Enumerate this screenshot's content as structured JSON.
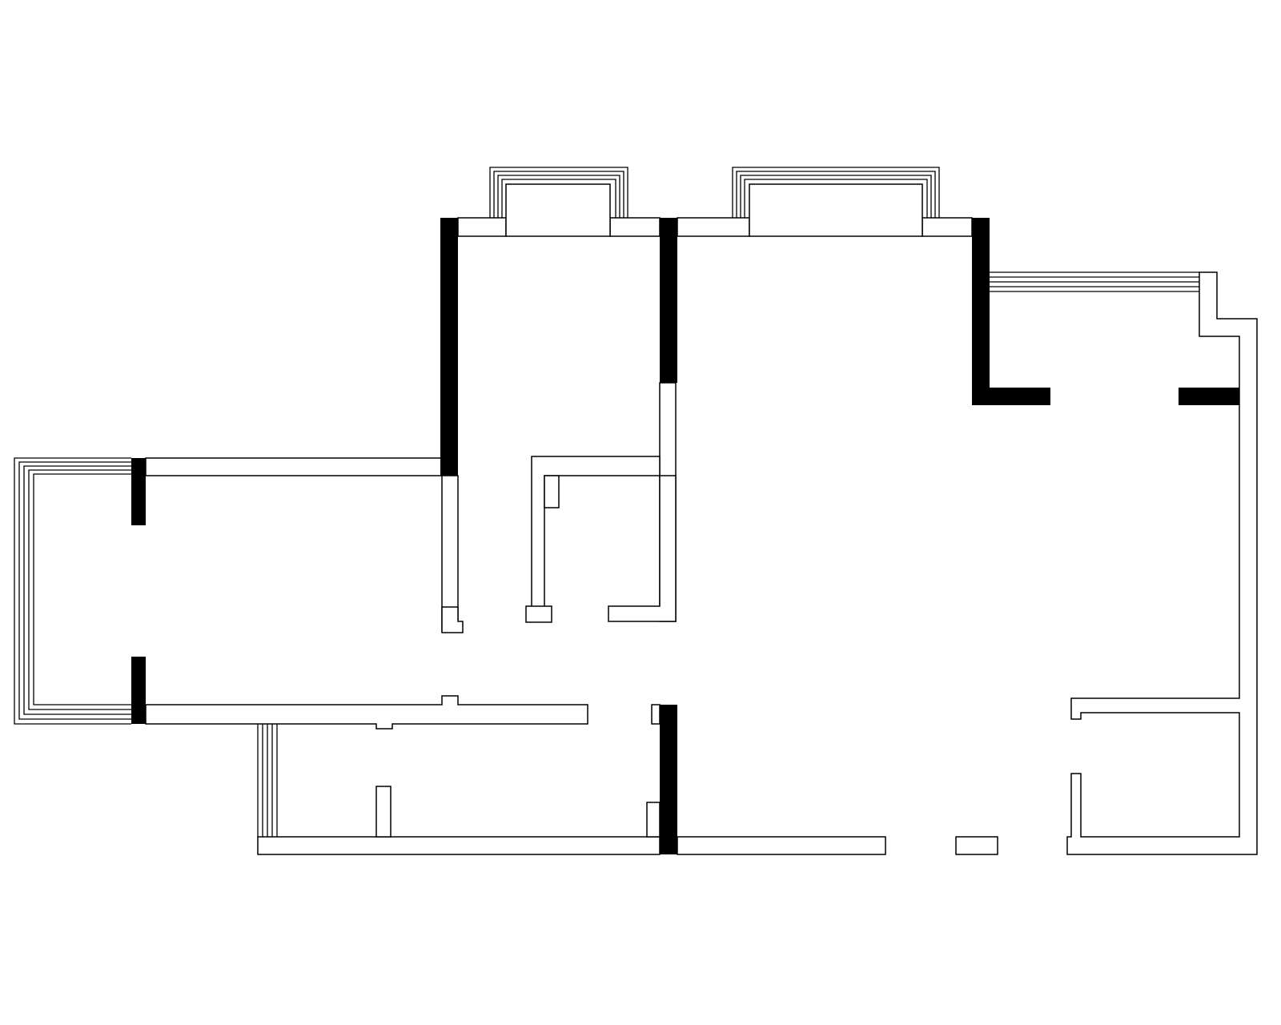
{
  "drawing": {
    "type": "floor-plan",
    "style": "monochrome-line",
    "colors": {
      "background": "#ffffff",
      "stroke": "#000000",
      "solid_wall": "#000000"
    },
    "legend": {
      "solid_black_segments": "load-bearing-wall",
      "outlined_segments": "partition-wall",
      "stacked_thin_lines": "window-glazing"
    },
    "elements": [
      "bay-window-left",
      "bay-window-top-1",
      "bay-window-top-2",
      "balcony-window-right",
      "balcony-window-bottom-left"
    ]
  }
}
